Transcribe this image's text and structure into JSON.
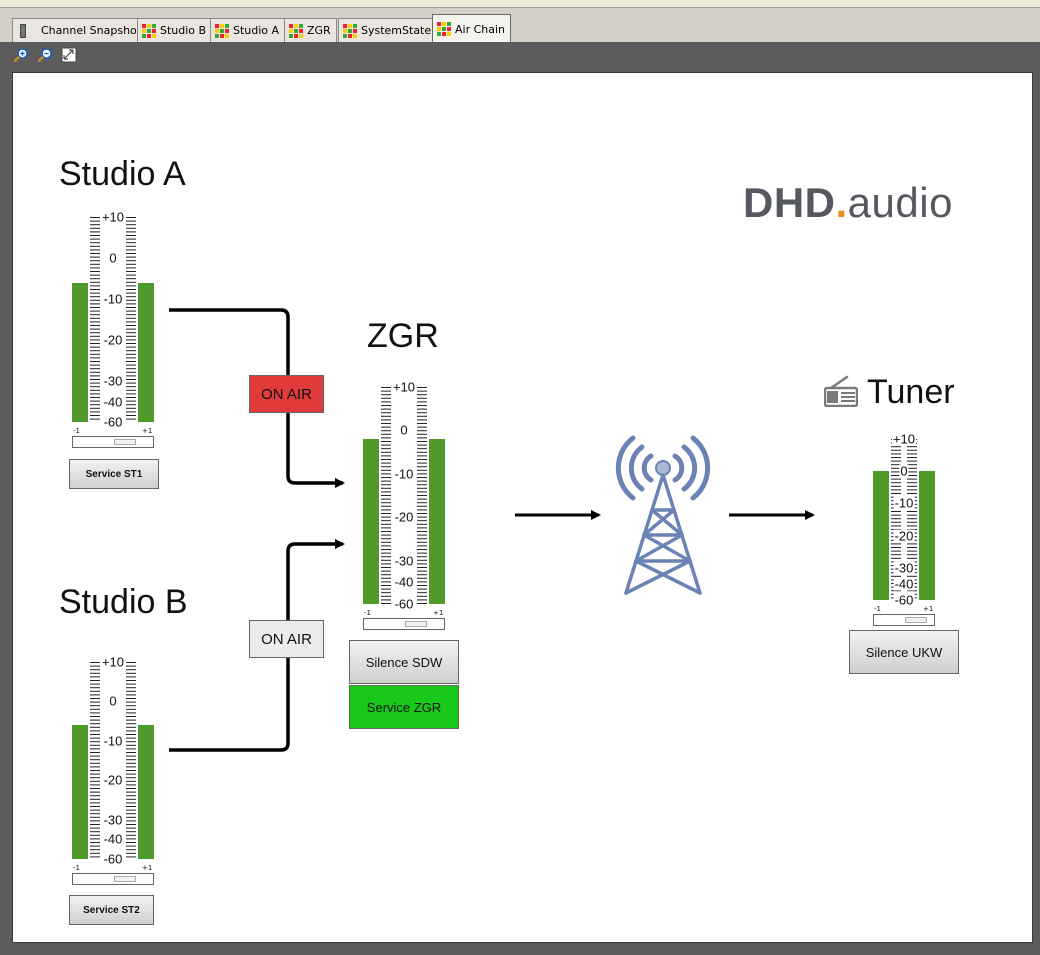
{
  "tabs": [
    {
      "label": "Channel Snapshots",
      "icon": "channel-snapshots-icon"
    },
    {
      "label": "Studio B",
      "icon": "grid-icon"
    },
    {
      "label": "Studio A",
      "icon": "grid-icon"
    },
    {
      "label": "ZGR",
      "icon": "grid-icon"
    },
    {
      "label": "SystemState",
      "icon": "grid-icon"
    },
    {
      "label": "Air Chain",
      "icon": "grid-icon",
      "active": true
    }
  ],
  "toolbar": [
    "zoom-in-icon",
    "zoom-out-icon",
    "zoom-fit-icon"
  ],
  "logo": {
    "main": "DHD",
    "dot": ".",
    "sub": "audio"
  },
  "studio_a": {
    "title": "Studio A",
    "meter": {
      "scale": [
        "+10",
        "0",
        "-10",
        "-20",
        "-30",
        "-40",
        "-60"
      ],
      "level_db": -6,
      "balance_left": "-1",
      "balance_right": "+1"
    },
    "service_button": "Service ST1",
    "on_air": "ON AIR",
    "on_air_state": "active"
  },
  "studio_b": {
    "title": "Studio B",
    "meter": {
      "scale": [
        "+10",
        "0",
        "-10",
        "-20",
        "-30",
        "-40",
        "-60"
      ],
      "level_db": -6,
      "balance_left": "-1",
      "balance_right": "+1"
    },
    "service_button": "Service ST2",
    "on_air": "ON AIR",
    "on_air_state": "inactive"
  },
  "zgr": {
    "title": "ZGR",
    "meter": {
      "scale": [
        "+10",
        "0",
        "-10",
        "-20",
        "-30",
        "-40",
        "-60"
      ],
      "level_db": -2,
      "balance_left": "-1",
      "balance_right": "+1"
    },
    "silence_button": "Silence SDW",
    "service_button": "Service ZGR"
  },
  "tuner": {
    "title": "Tuner",
    "icon": "radio-icon",
    "meter": {
      "scale": [
        "+10",
        "0",
        "-10",
        "-20",
        "-30",
        "-40",
        "-60"
      ],
      "level_db": 0,
      "balance_left": "-1",
      "balance_right": "+1"
    },
    "silence_button": "Silence UKW"
  },
  "transmitter": {
    "icon": "radio-tower-icon"
  },
  "colors": {
    "meter_green": "#4f9a2a",
    "on_air_red": "#e03a3a",
    "service_green": "#19c919",
    "logo_orange": "#e8901e",
    "logo_grey": "#55595f"
  }
}
